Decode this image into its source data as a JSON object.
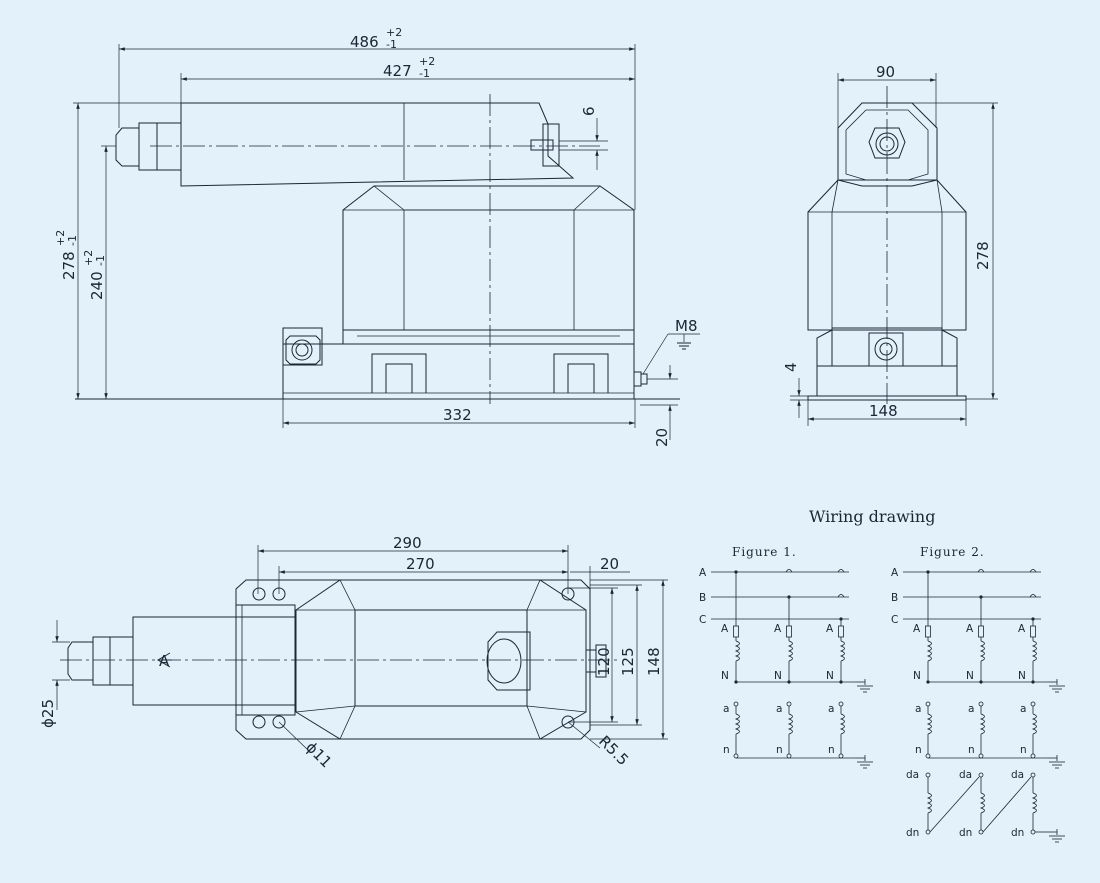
{
  "dims": {
    "len_overall": "486",
    "len_overall_tol_upper": "+2",
    "len_overall_tol_lower": "-1",
    "len_body": "427",
    "len_body_tol_upper": "+2",
    "len_body_tol_lower": "-1",
    "terminal_offset": "6",
    "height_overall": "278",
    "height_overall_tol_upper": "+2",
    "height_overall_tol_lower": "-1",
    "height_axis": "240",
    "height_axis_tol_upper": "+2",
    "height_axis_tol_lower": "-1",
    "ground_bolt": "M8",
    "base_length": "332",
    "base_thickness": "20",
    "side_width_top": "90",
    "side_height": "278",
    "side_plate": "4",
    "side_width_base": "148",
    "plan_hole_pitch_outer": "290",
    "plan_hole_pitch_inner": "270",
    "plan_end_offset": "20",
    "plan_width_120": "120",
    "plan_width_125": "125",
    "plan_width_148": "148",
    "plan_diameter_25": "ϕ25",
    "plan_hole_dia": "ϕ11",
    "plan_radius": "R5.5",
    "arrow_label": "A"
  },
  "wiring": {
    "title": "Wiring drawing",
    "figure1": "Figure 1.",
    "figure2": "Figure 2.",
    "phase_a": "A",
    "phase_b": "B",
    "phase_c": "C",
    "prim_a": "A",
    "prim_n": "N",
    "sec_a": "a",
    "sec_n": "n",
    "res_da": "da",
    "res_dn": "dn"
  }
}
